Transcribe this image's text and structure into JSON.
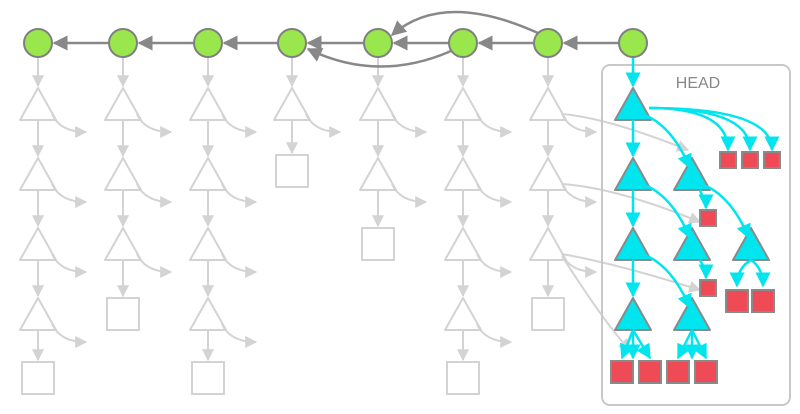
{
  "labels": {
    "head": "HEAD"
  },
  "colors": {
    "commit_fill": "#99e64d",
    "commit_stroke": "#7f7f7f",
    "history_link": "#888888",
    "faded": "#d3d3d3",
    "head_tree_fill": "#00e5ee",
    "head_tree_stroke": "#8a8a8a",
    "head_link": "#00e5ee",
    "head_blob_fill": "#ee4b57",
    "head_box_stroke": "#c8c8c8"
  },
  "diagram": {
    "commit_count": 8,
    "head_commit_index": 7,
    "icons": {
      "commit": "circle",
      "tree": "triangle",
      "blob": "square"
    }
  }
}
